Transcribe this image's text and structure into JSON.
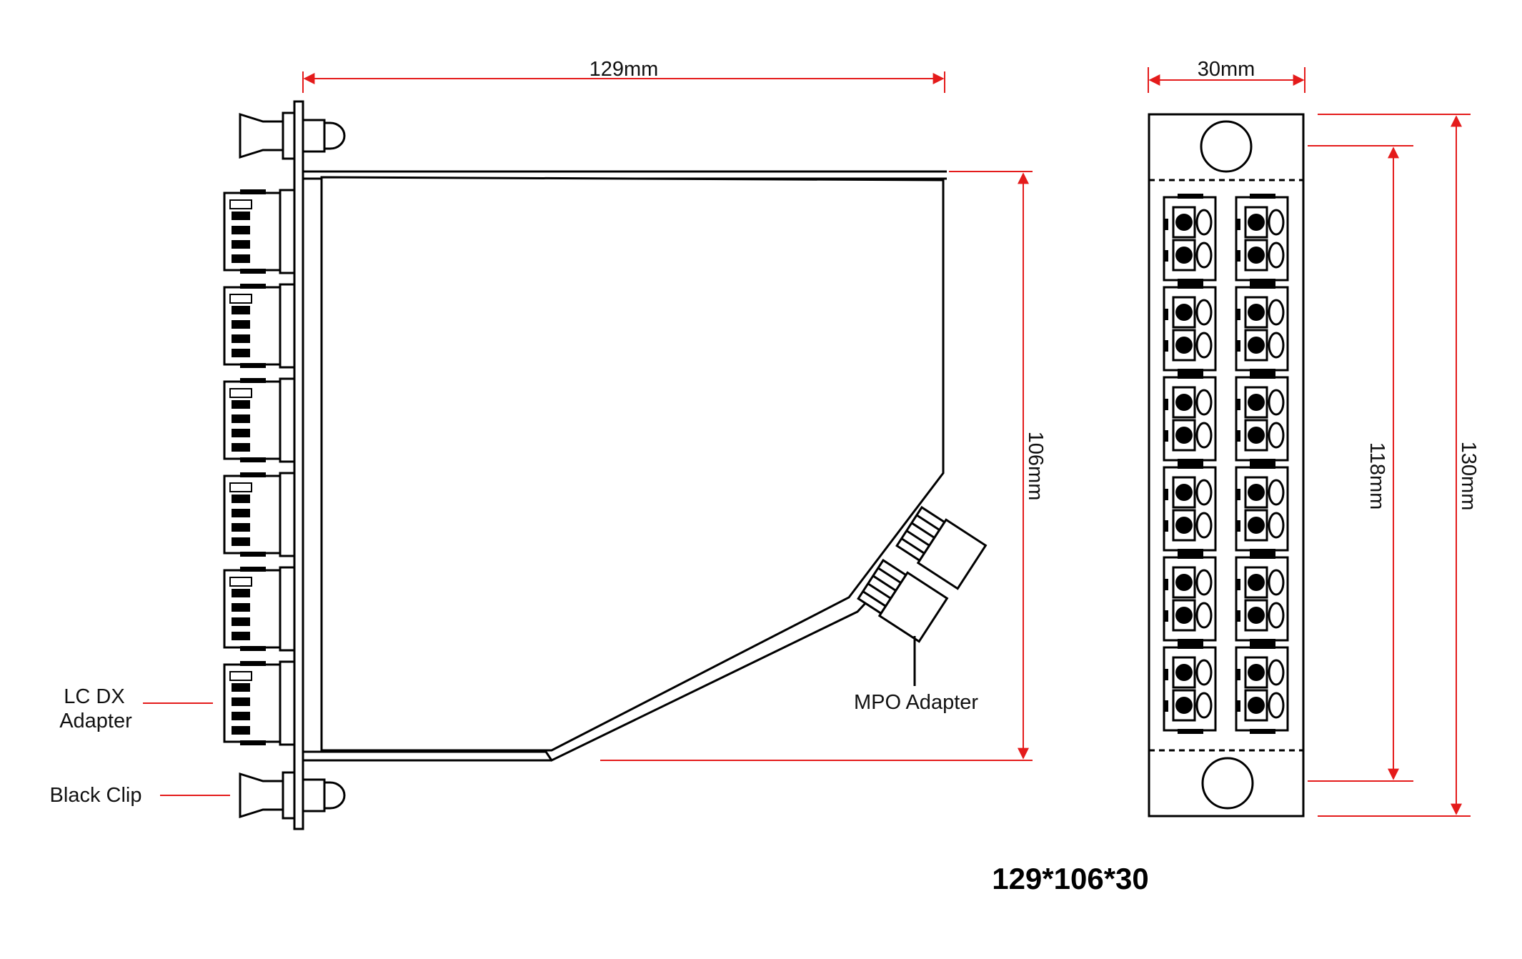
{
  "side_view": {
    "width_dim": "129mm",
    "height_dim": "106mm",
    "callouts": {
      "lc_line1": "LC DX",
      "lc_line2": "Adapter",
      "clip": "Black Clip",
      "mpo": "MPO Adapter"
    },
    "lc_adapter_count": 6,
    "mpo_adapter_count": 2
  },
  "front_view": {
    "width_dim": "30mm",
    "inner_height_dim": "118mm",
    "outer_height_dim": "130mm",
    "lc_adapter_rows": 6,
    "lc_adapter_columns": 2
  },
  "overall_size": "129*106*30",
  "colors": {
    "dimension_line": "#e41b1b",
    "outline": "#000000"
  }
}
